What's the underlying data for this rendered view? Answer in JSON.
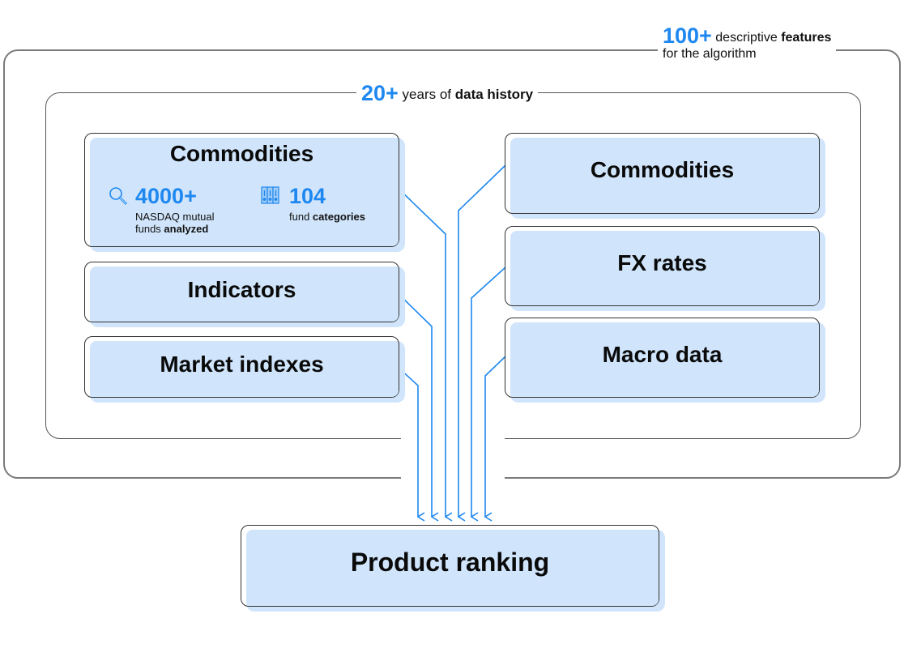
{
  "features_label": {
    "number": "100+",
    "text_prefix": "descriptive ",
    "text_bold": "features",
    "text_line2": "for the algorithm"
  },
  "history_label": {
    "number": "20+",
    "text_prefix": "years of ",
    "text_bold": "data history"
  },
  "left_boxes": [
    {
      "title": "Commodities",
      "stats": [
        {
          "icon": "search-icon",
          "number": "4000+",
          "line1": "NASDAQ mutual",
          "line2_prefix": "funds ",
          "line2_bold": "analyzed"
        },
        {
          "icon": "binders-icon",
          "number": "104",
          "line1_prefix": "fund ",
          "line1_bold": "categories"
        }
      ]
    },
    {
      "title": "Indicators"
    },
    {
      "title": "Market indexes"
    }
  ],
  "right_boxes": [
    {
      "title": "Commodities"
    },
    {
      "title": "FX rates"
    },
    {
      "title": "Macro data"
    }
  ],
  "output_box": {
    "title": "Product ranking"
  },
  "colors": {
    "accent": "#1e88f0",
    "box_fill": "#d0e5fb",
    "frame": "#7a7a7a"
  }
}
